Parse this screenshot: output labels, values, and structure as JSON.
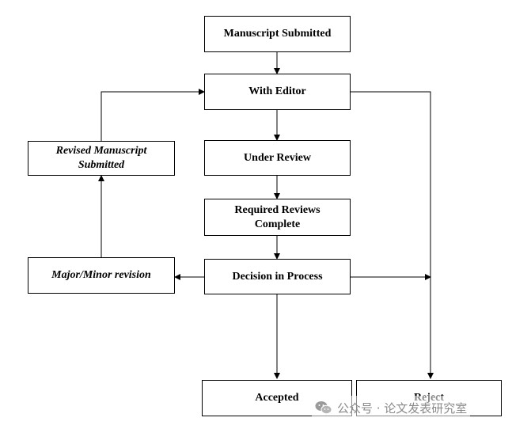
{
  "nodes": {
    "manuscript_submitted": "Manuscript Submitted",
    "with_editor": "With Editor",
    "under_review": "Under Review",
    "required_reviews_complete": "Required Reviews\nComplete",
    "decision_in_process": "Decision in Process",
    "revised_manuscript_submitted": "Revised Manuscript\nSubmitted",
    "major_minor_revision": "Major/Minor revision",
    "accepted": "Accepted",
    "reject": "Reject"
  },
  "watermark": {
    "text": "公众号 · 论文发表研究室",
    "icon": "wechat-icon"
  }
}
